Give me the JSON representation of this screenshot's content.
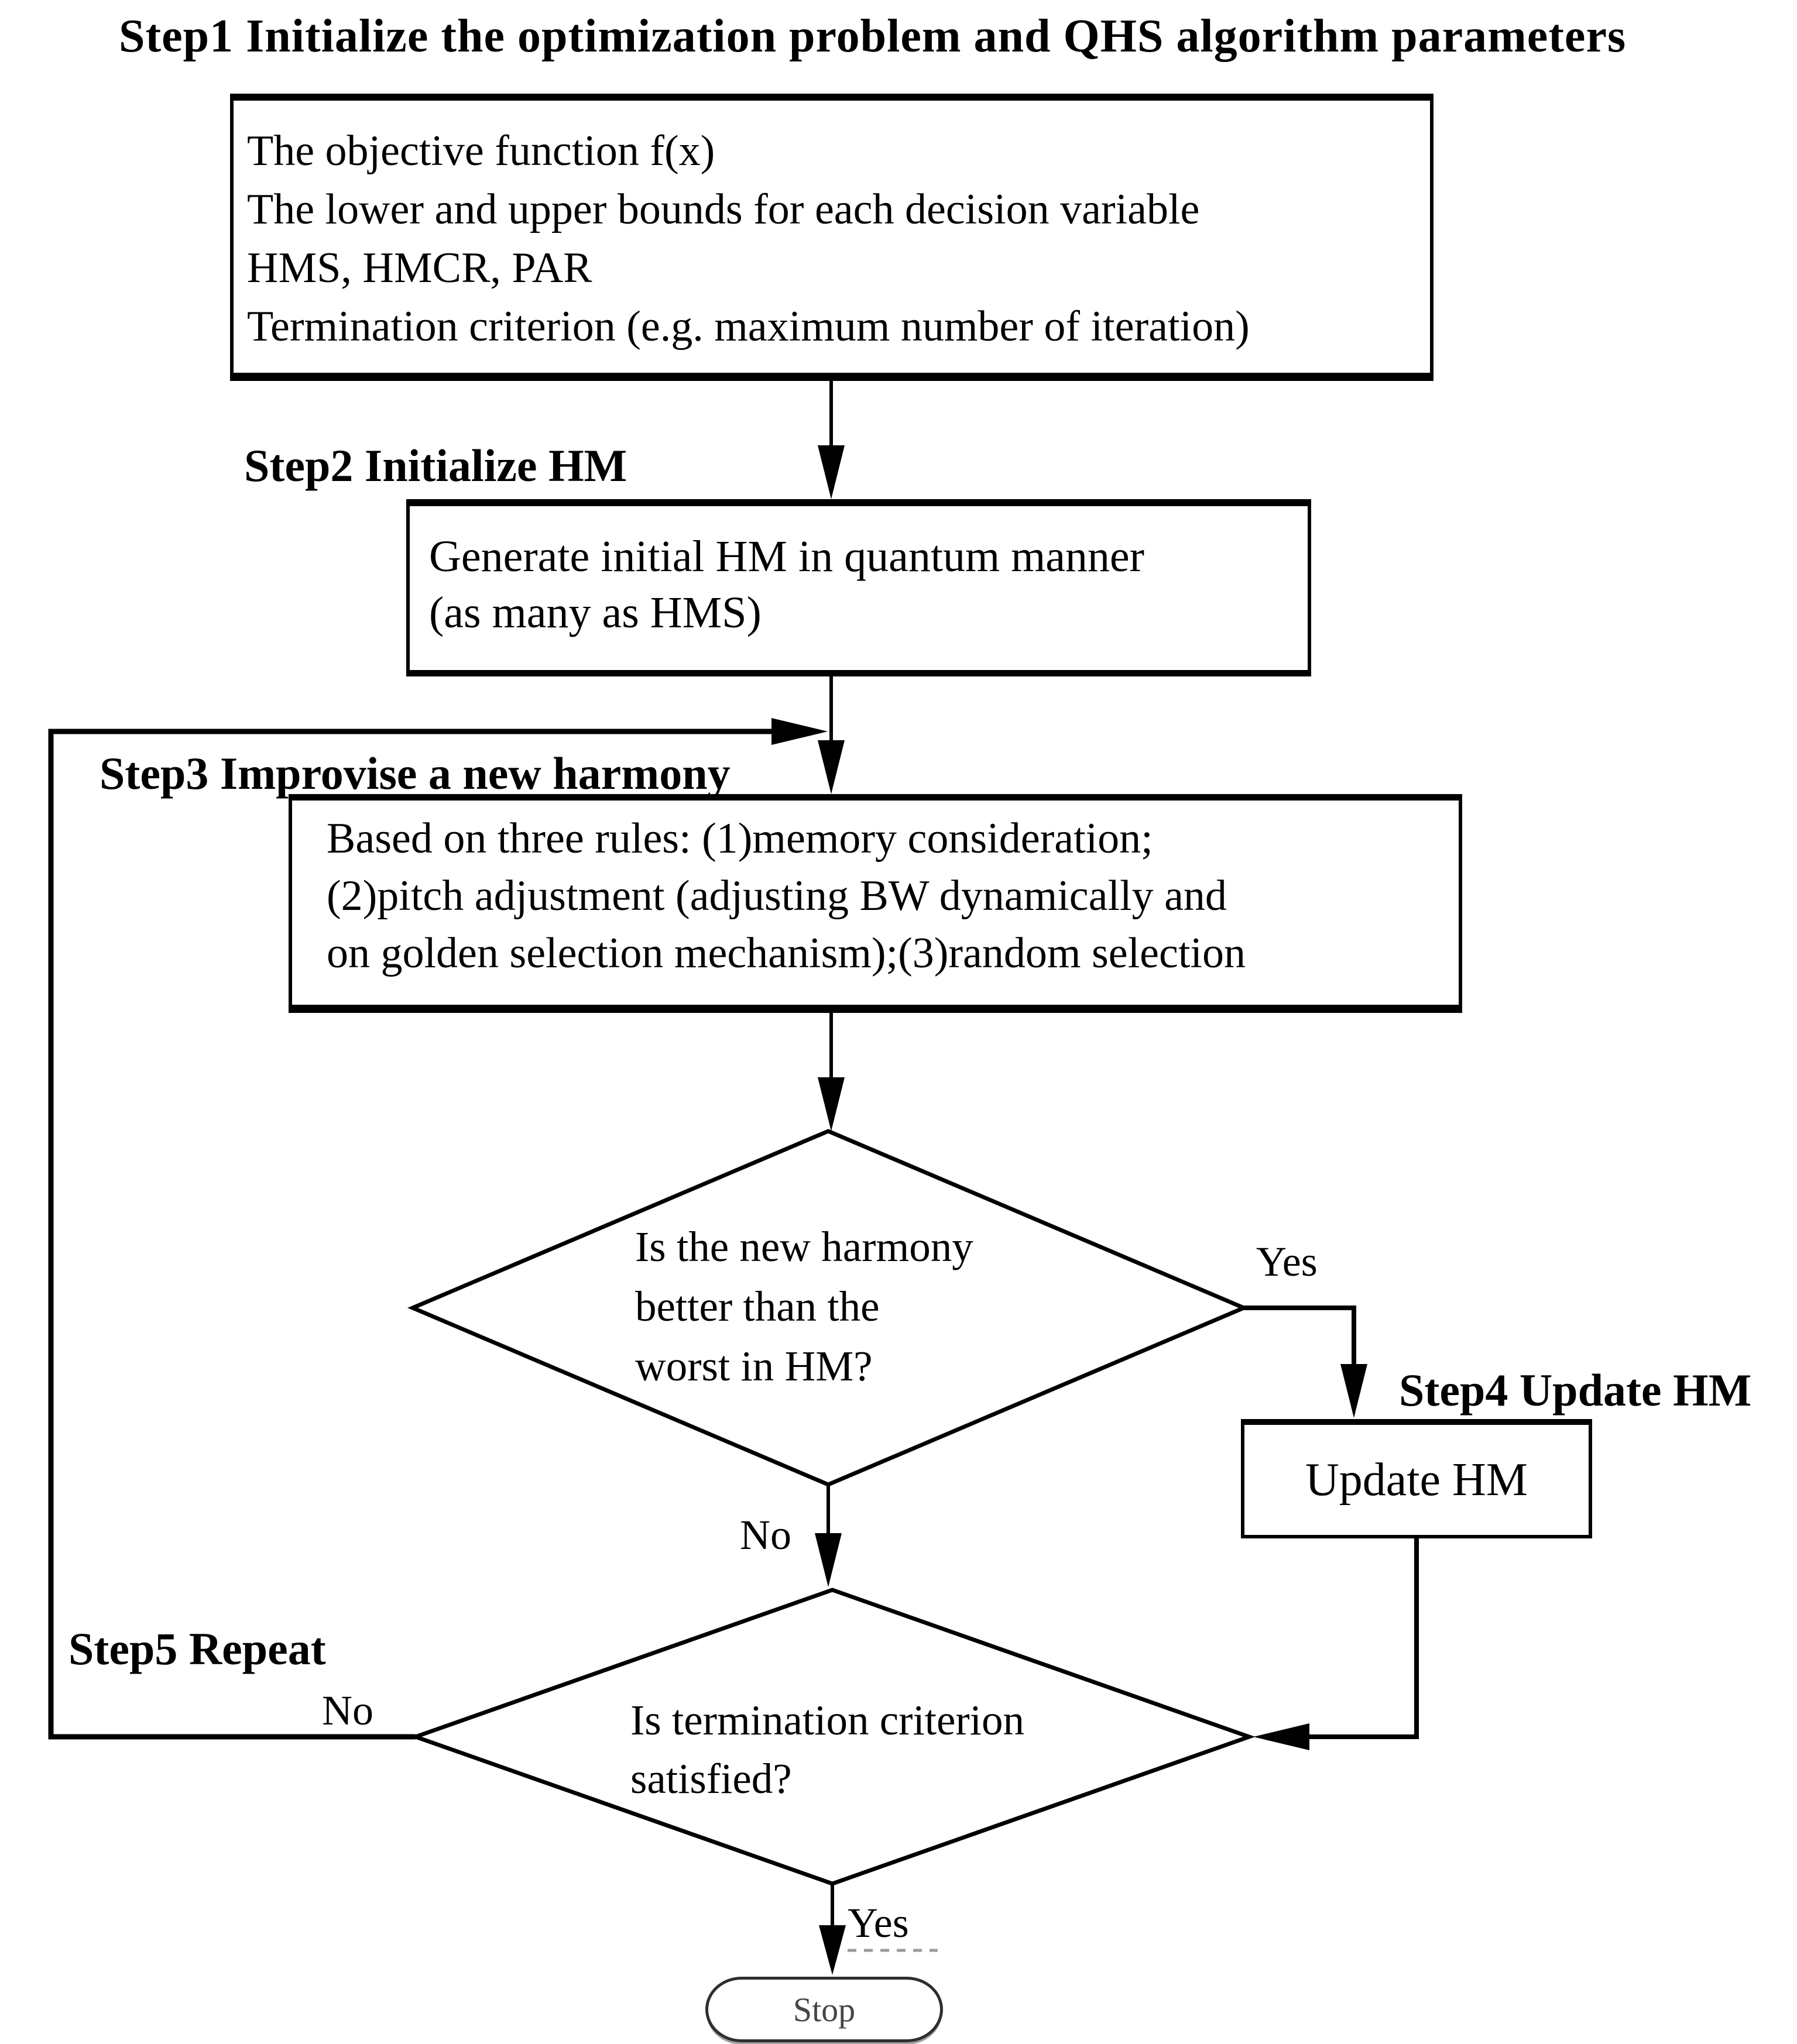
{
  "title": "Step1 Initialize the optimization problem and QHS algorithm parameters",
  "labels": {
    "step2": "Step2 Initialize HM",
    "step3": "Step3 Improvise a new harmony",
    "step4": "Step4 Update HM",
    "step5": "Step5 Repeat"
  },
  "boxes": {
    "parameters": {
      "lines": [
        "The objective function f(x)",
        "The lower and upper bounds for each decision variable",
        "HMS, HMCR, PAR",
        "Termination criterion (e.g. maximum number of iteration)"
      ]
    },
    "initialize_hm": {
      "lines": [
        "Generate initial HM in quantum manner",
        "(as many as HMS)"
      ]
    },
    "improvise": {
      "lines": [
        "Based on three rules: (1)memory consideration;",
        "(2)pitch adjustment (adjusting BW dynamically and",
        "on golden selection mechanism);(3)random selection"
      ]
    },
    "update_hm": {
      "label": "Update HM"
    }
  },
  "decisions": {
    "better_than_worst": {
      "lines": [
        "Is the new harmony",
        "better than the",
        "worst in HM?"
      ]
    },
    "termination": {
      "lines": [
        "Is termination criterion",
        "satisfied?"
      ]
    }
  },
  "edge_labels": {
    "yes_update": "Yes",
    "no_continue": "No",
    "no_repeat": "No",
    "yes_stop": "Yes"
  },
  "terminator": {
    "label": "Stop"
  },
  "colors": {
    "line": "#000000",
    "background": "#ffffff",
    "stop_border": "#2e2e2e",
    "stop_text": "#454545",
    "yes_underline": "#9a9a9a"
  }
}
